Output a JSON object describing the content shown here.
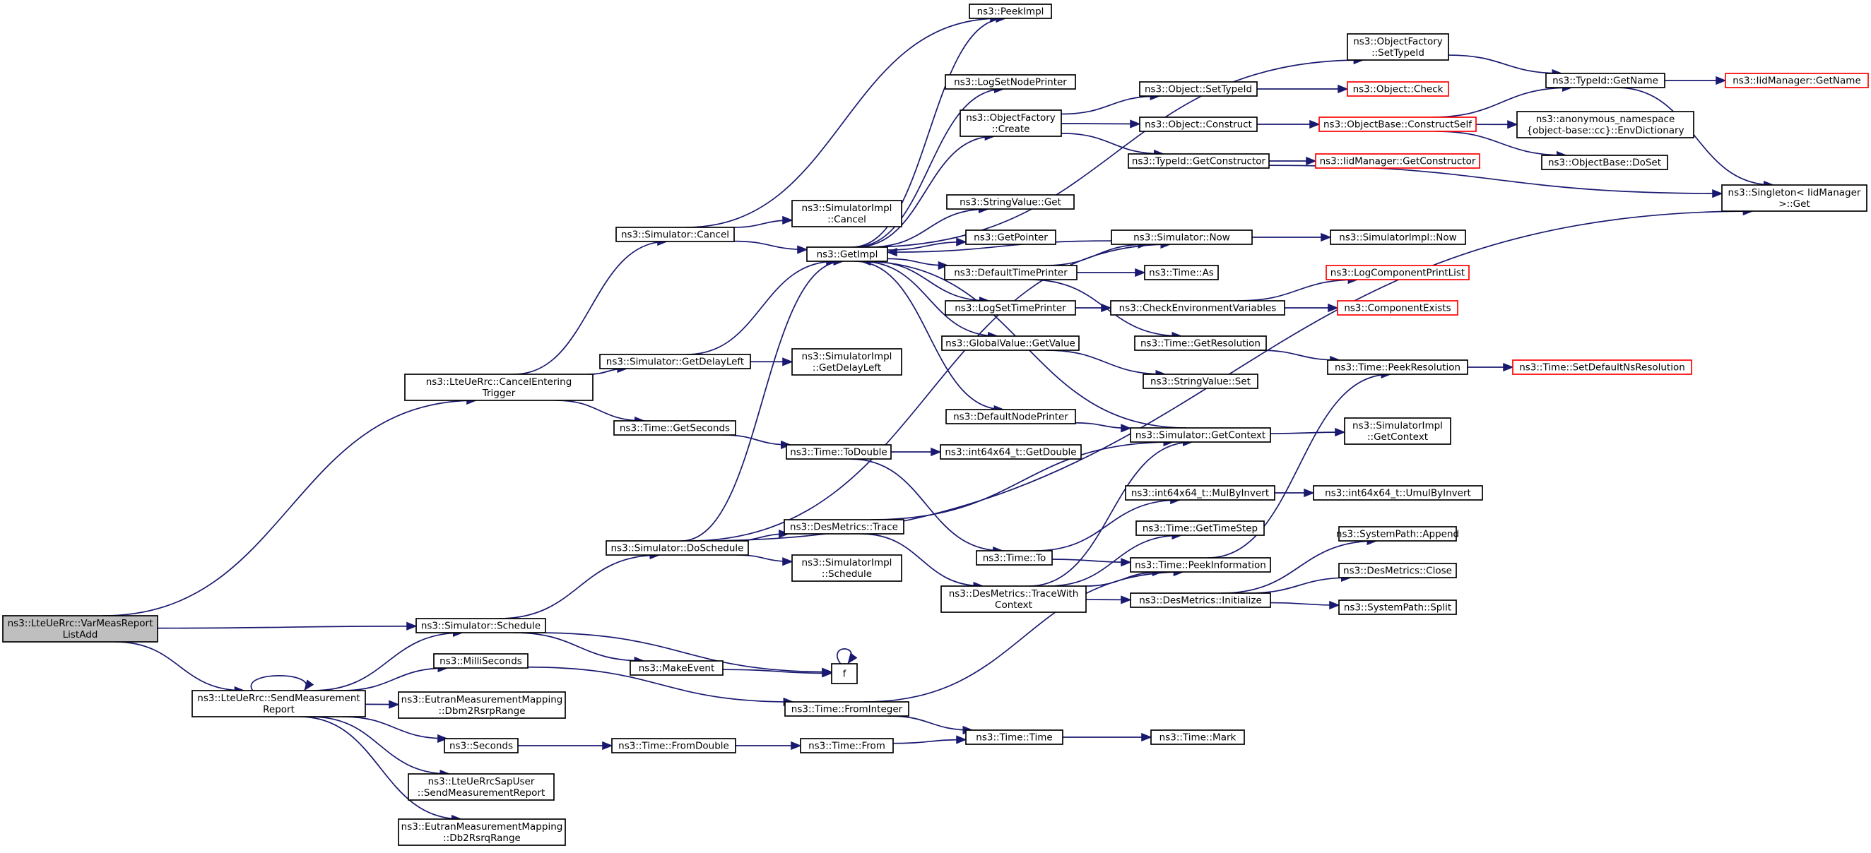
{
  "graph": {
    "title": "",
    "edge_color": "#191970",
    "missing_doc_border_color": "#ff0000",
    "root_fill": "#bfbfbf",
    "nodes": [
      {
        "id": "root",
        "lines": [
          "ns3::LteUeRrc::VarMeasReport",
          "ListAdd"
        ],
        "kind": "root"
      },
      {
        "id": "cancelEntering",
        "lines": [
          "ns3::LteUeRrc::CancelEntering",
          "Trigger"
        ]
      },
      {
        "id": "schedule",
        "lines": [
          "ns3::Simulator::Schedule"
        ]
      },
      {
        "id": "sendMR",
        "lines": [
          "ns3::LteUeRrc::SendMeasurement",
          "Report"
        ]
      },
      {
        "id": "simCancel",
        "lines": [
          "ns3::Simulator::Cancel"
        ]
      },
      {
        "id": "getDelayLeft",
        "lines": [
          "ns3::Simulator::GetDelayLeft"
        ]
      },
      {
        "id": "getSeconds",
        "lines": [
          "ns3::Time::GetSeconds"
        ]
      },
      {
        "id": "doSchedule",
        "lines": [
          "ns3::Simulator::DoSchedule"
        ]
      },
      {
        "id": "makeEvent",
        "lines": [
          "ns3::MakeEvent"
        ]
      },
      {
        "id": "f",
        "lines": [
          "f"
        ]
      },
      {
        "id": "milliSeconds",
        "lines": [
          "ns3::MilliSeconds"
        ]
      },
      {
        "id": "dbm2Rsrp",
        "lines": [
          "ns3::EutranMeasurementMapping",
          "::Dbm2RsrpRange"
        ]
      },
      {
        "id": "seconds",
        "lines": [
          "ns3::Seconds"
        ]
      },
      {
        "id": "sapSend",
        "lines": [
          "ns3::LteUeRrcSapUser",
          "::SendMeasurementReport"
        ]
      },
      {
        "id": "db2Rsrq",
        "lines": [
          "ns3::EutranMeasurementMapping",
          "::Db2RsrqRange"
        ]
      },
      {
        "id": "peekImpl",
        "lines": [
          "ns3::PeekImpl"
        ]
      },
      {
        "id": "implCancel",
        "lines": [
          "ns3::SimulatorImpl",
          "::Cancel"
        ]
      },
      {
        "id": "getImpl",
        "lines": [
          "ns3::GetImpl"
        ]
      },
      {
        "id": "implGetDelayLeft",
        "lines": [
          "ns3::SimulatorImpl",
          "::GetDelayLeft"
        ]
      },
      {
        "id": "toDouble",
        "lines": [
          "ns3::Time::ToDouble"
        ]
      },
      {
        "id": "desTrace",
        "lines": [
          "ns3::DesMetrics::Trace"
        ]
      },
      {
        "id": "implSchedule",
        "lines": [
          "ns3::SimulatorImpl",
          "::Schedule"
        ]
      },
      {
        "id": "timeTo",
        "lines": [
          "ns3::Time::To"
        ]
      },
      {
        "id": "traceWithCtx",
        "lines": [
          "ns3::DesMetrics::TraceWith",
          "Context"
        ]
      },
      {
        "id": "fromInteger",
        "lines": [
          "ns3::Time::FromInteger"
        ]
      },
      {
        "id": "fromDouble",
        "lines": [
          "ns3::Time::FromDouble"
        ]
      },
      {
        "id": "timeFrom",
        "lines": [
          "ns3::Time::From"
        ]
      },
      {
        "id": "timeTime",
        "lines": [
          "ns3::Time::Time"
        ]
      },
      {
        "id": "timeMark",
        "lines": [
          "ns3::Time::Mark"
        ]
      },
      {
        "id": "logSetNode",
        "lines": [
          "ns3::LogSetNodePrinter"
        ]
      },
      {
        "id": "ofCreate",
        "lines": [
          "ns3::ObjectFactory",
          "::Create"
        ]
      },
      {
        "id": "svGet",
        "lines": [
          "ns3::StringValue::Get"
        ]
      },
      {
        "id": "getPointer",
        "lines": [
          "ns3::GetPointer"
        ]
      },
      {
        "id": "defTimePrinter",
        "lines": [
          "ns3::DefaultTimePrinter"
        ]
      },
      {
        "id": "logSetTime",
        "lines": [
          "ns3::LogSetTimePrinter"
        ]
      },
      {
        "id": "gvGetValue",
        "lines": [
          "ns3::GlobalValue::GetValue"
        ]
      },
      {
        "id": "defNodePrinter",
        "lines": [
          "ns3::DefaultNodePrinter"
        ]
      },
      {
        "id": "getDouble",
        "lines": [
          "ns3::int64x64_t::GetDouble"
        ]
      },
      {
        "id": "objSetTypeId",
        "lines": [
          "ns3::Object::SetTypeId"
        ]
      },
      {
        "id": "objConstruct",
        "lines": [
          "ns3::Object::Construct"
        ]
      },
      {
        "id": "tidGetCtor",
        "lines": [
          "ns3::TypeId::GetConstructor"
        ]
      },
      {
        "id": "simNow",
        "lines": [
          "ns3::Simulator::Now"
        ]
      },
      {
        "id": "timeAs",
        "lines": [
          "ns3::Time::As"
        ]
      },
      {
        "id": "checkEnv",
        "lines": [
          "ns3::CheckEnvironmentVariables"
        ]
      },
      {
        "id": "getResolution",
        "lines": [
          "ns3::Time::GetResolution"
        ]
      },
      {
        "id": "svSet",
        "lines": [
          "ns3::StringValue::Set"
        ]
      },
      {
        "id": "simGetCtx",
        "lines": [
          "ns3::Simulator::GetContext"
        ]
      },
      {
        "id": "mulByInvert",
        "lines": [
          "ns3::int64x64_t::MulByInvert"
        ]
      },
      {
        "id": "getTimeStep",
        "lines": [
          "ns3::Time::GetTimeStep"
        ]
      },
      {
        "id": "peekInfo",
        "lines": [
          "ns3::Time::PeekInformation"
        ]
      },
      {
        "id": "desInit",
        "lines": [
          "ns3::DesMetrics::Initialize"
        ]
      },
      {
        "id": "ofSetTypeId",
        "lines": [
          "ns3::ObjectFactory",
          "::SetTypeId"
        ]
      },
      {
        "id": "objCheck",
        "lines": [
          "ns3::Object::Check"
        ],
        "kind": "red"
      },
      {
        "id": "constructSelf",
        "lines": [
          "ns3::ObjectBase::ConstructSelf"
        ],
        "kind": "red"
      },
      {
        "id": "iidGetCtor",
        "lines": [
          "ns3::IidManager::GetConstructor"
        ],
        "kind": "red"
      },
      {
        "id": "implNow",
        "lines": [
          "ns3::SimulatorImpl::Now"
        ]
      },
      {
        "id": "logCompPrint",
        "lines": [
          "ns3::LogComponentPrintList"
        ],
        "kind": "red"
      },
      {
        "id": "compExists",
        "lines": [
          "ns3::ComponentExists"
        ],
        "kind": "red"
      },
      {
        "id": "peekResolution",
        "lines": [
          "ns3::Time::PeekResolution"
        ]
      },
      {
        "id": "implGetCtx",
        "lines": [
          "ns3::SimulatorImpl",
          "::GetContext"
        ]
      },
      {
        "id": "umulByInvert",
        "lines": [
          "ns3::int64x64_t::UmulByInvert"
        ]
      },
      {
        "id": "spAppend",
        "lines": [
          "ns3::SystemPath::Append"
        ]
      },
      {
        "id": "desClose",
        "lines": [
          "ns3::DesMetrics::Close"
        ]
      },
      {
        "id": "spSplit",
        "lines": [
          "ns3::SystemPath::Split"
        ]
      },
      {
        "id": "tidGetName",
        "lines": [
          "ns3::TypeId::GetName"
        ]
      },
      {
        "id": "envDict",
        "lines": [
          "ns3::anonymous_namespace",
          "{object-base::cc}::EnvDictionary"
        ]
      },
      {
        "id": "obDoSet",
        "lines": [
          "ns3::ObjectBase::DoSet"
        ]
      },
      {
        "id": "setDefaultNs",
        "lines": [
          "ns3::Time::SetDefaultNsResolution"
        ],
        "kind": "red"
      },
      {
        "id": "iidGetName",
        "lines": [
          "ns3::IidManager::GetName"
        ],
        "kind": "red"
      },
      {
        "id": "singletonGet",
        "lines": [
          "ns3::Singleton< IidManager",
          ">::Get"
        ]
      }
    ],
    "edges": [
      [
        "root",
        "cancelEntering"
      ],
      [
        "root",
        "schedule"
      ],
      [
        "root",
        "sendMR"
      ],
      [
        "cancelEntering",
        "simCancel"
      ],
      [
        "cancelEntering",
        "getDelayLeft"
      ],
      [
        "cancelEntering",
        "getSeconds"
      ],
      [
        "simCancel",
        "peekImpl"
      ],
      [
        "simCancel",
        "implCancel"
      ],
      [
        "simCancel",
        "getImpl"
      ],
      [
        "getDelayLeft",
        "getImpl"
      ],
      [
        "getDelayLeft",
        "implGetDelayLeft"
      ],
      [
        "getSeconds",
        "toDouble"
      ],
      [
        "schedule",
        "doSchedule"
      ],
      [
        "schedule",
        "makeEvent"
      ],
      [
        "schedule",
        "f"
      ],
      [
        "sendMR",
        "sendMR"
      ],
      [
        "sendMR",
        "schedule"
      ],
      [
        "sendMR",
        "milliSeconds"
      ],
      [
        "sendMR",
        "dbm2Rsrp"
      ],
      [
        "sendMR",
        "seconds"
      ],
      [
        "sendMR",
        "sapSend"
      ],
      [
        "sendMR",
        "db2Rsrq"
      ],
      [
        "doSchedule",
        "getImpl"
      ],
      [
        "doSchedule",
        "simNow"
      ],
      [
        "doSchedule",
        "desTrace"
      ],
      [
        "doSchedule",
        "implSchedule"
      ],
      [
        "doSchedule",
        "singletonGet"
      ],
      [
        "makeEvent",
        "f"
      ],
      [
        "f",
        "f"
      ],
      [
        "milliSeconds",
        "fromInteger"
      ],
      [
        "seconds",
        "fromDouble"
      ],
      [
        "toDouble",
        "getDouble"
      ],
      [
        "toDouble",
        "timeTo"
      ],
      [
        "desTrace",
        "simGetCtx"
      ],
      [
        "desTrace",
        "traceWithCtx"
      ],
      [
        "timeTo",
        "mulByInvert"
      ],
      [
        "timeTo",
        "peekInfo"
      ],
      [
        "traceWithCtx",
        "simGetCtx"
      ],
      [
        "traceWithCtx",
        "getTimeStep"
      ],
      [
        "traceWithCtx",
        "peekInfo"
      ],
      [
        "traceWithCtx",
        "desInit"
      ],
      [
        "fromInteger",
        "timeTime"
      ],
      [
        "fromInteger",
        "peekInfo"
      ],
      [
        "fromDouble",
        "timeFrom"
      ],
      [
        "timeFrom",
        "timeTime"
      ],
      [
        "timeTime",
        "timeMark"
      ],
      [
        "getImpl",
        "peekImpl"
      ],
      [
        "getImpl",
        "ofSetTypeId"
      ],
      [
        "getImpl",
        "logSetNode"
      ],
      [
        "getImpl",
        "ofCreate"
      ],
      [
        "getImpl",
        "svGet"
      ],
      [
        "getImpl",
        "getPointer"
      ],
      [
        "getImpl",
        "defTimePrinter"
      ],
      [
        "getImpl",
        "logSetTime"
      ],
      [
        "getImpl",
        "gvGetValue"
      ],
      [
        "getImpl",
        "defNodePrinter"
      ],
      [
        "simNow",
        "getImpl"
      ],
      [
        "simGetCtx",
        "getImpl"
      ],
      [
        "ofCreate",
        "objSetTypeId"
      ],
      [
        "ofCreate",
        "objConstruct"
      ],
      [
        "ofCreate",
        "tidGetCtor"
      ],
      [
        "objSetTypeId",
        "objCheck"
      ],
      [
        "objConstruct",
        "constructSelf"
      ],
      [
        "tidGetCtor",
        "iidGetCtor"
      ],
      [
        "tidGetCtor",
        "singletonGet"
      ],
      [
        "constructSelf",
        "tidGetName"
      ],
      [
        "constructSelf",
        "envDict"
      ],
      [
        "constructSelf",
        "obDoSet"
      ],
      [
        "ofSetTypeId",
        "tidGetName"
      ],
      [
        "tidGetName",
        "iidGetName"
      ],
      [
        "tidGetName",
        "singletonGet"
      ],
      [
        "defTimePrinter",
        "simNow"
      ],
      [
        "defTimePrinter",
        "timeAs"
      ],
      [
        "defTimePrinter",
        "getResolution"
      ],
      [
        "simNow",
        "implNow"
      ],
      [
        "logSetTime",
        "checkEnv"
      ],
      [
        "checkEnv",
        "logCompPrint"
      ],
      [
        "checkEnv",
        "compExists"
      ],
      [
        "gvGetValue",
        "svSet"
      ],
      [
        "getResolution",
        "peekResolution"
      ],
      [
        "peekResolution",
        "setDefaultNs"
      ],
      [
        "peekInfo",
        "peekResolution"
      ],
      [
        "defNodePrinter",
        "simGetCtx"
      ],
      [
        "simGetCtx",
        "implGetCtx"
      ],
      [
        "mulByInvert",
        "umulByInvert"
      ],
      [
        "desInit",
        "spAppend"
      ],
      [
        "desInit",
        "desClose"
      ],
      [
        "desInit",
        "spSplit"
      ]
    ]
  }
}
